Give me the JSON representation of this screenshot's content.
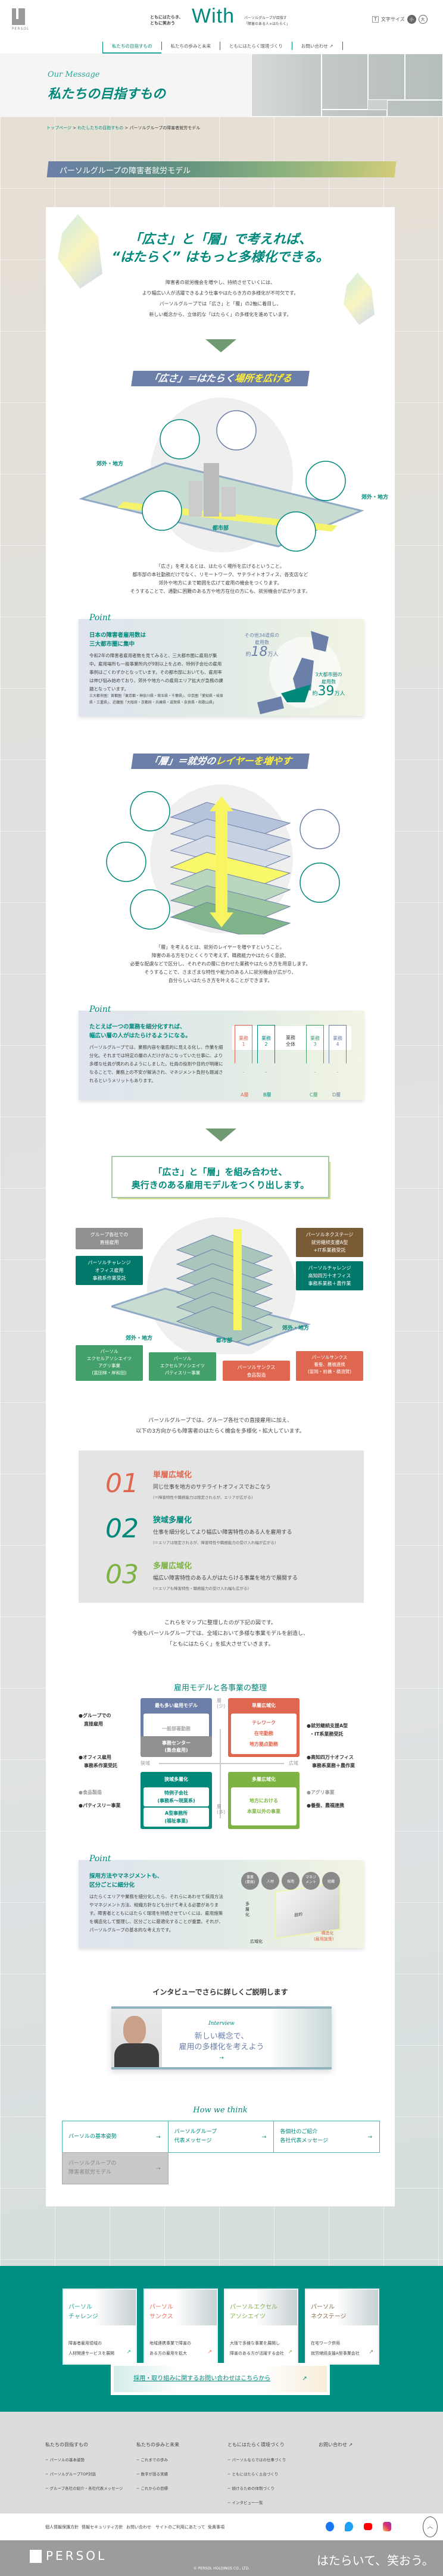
{
  "header": {
    "logo_text": "PERSOL",
    "tagline_left": [
      "ともにはたらき、",
      "ともに笑おう"
    ],
    "brand": "With",
    "tagline_right": [
      "パーソルグループが目指す",
      "「障害のある人×はたらく」"
    ],
    "font_size_label": "文字サイズ",
    "font_small": "小",
    "font_large": "大"
  },
  "nav": [
    {
      "label": "私たちの目指すもの"
    },
    {
      "label": "私たちの歩みと未来"
    },
    {
      "label": "ともにはたらく環境づくり"
    },
    {
      "label": "お問い合わせ ↗"
    }
  ],
  "hero": {
    "subtitle": "Our Message",
    "title": "私たちの目指すもの"
  },
  "breadcrumb": [
    {
      "label": "トップページ"
    },
    {
      "label": "わたしたちの目指すもの"
    },
    {
      "label": "パーソルグループの障害者就労モデル"
    }
  ],
  "page_title": "パーソルグループの障害者就労モデル",
  "intro": {
    "lead1": "「広さ」と「層」で考えれば、",
    "lead2": "“はたらく” はもっと多様化できる。",
    "body": [
      "障害者の就労機会を増やし、持続させていくには、",
      "より幅広い人が活躍できるよう仕事やはたらき方の多様化が不可欠です。",
      "パーソルグループでは「広さ」と「層」の2軸に着目し、",
      "新しい概念から、立体的な「はたらく」の多様化を進めています。"
    ]
  },
  "breadth": {
    "band_a": "「広さ」＝はたらく",
    "band_b": "場所を広げる",
    "labels": {
      "suburb": "郊外・地方",
      "city": "都市部"
    },
    "body": [
      "「広さ」を考えるとは、はたらく場所を広げるということ。",
      "都市部の本社勤務だけでなく、リモートワーク、サテライトオフィス、各支店など",
      "郊外や地方にまで範囲を広げて雇用の機会をつくります。",
      "そうすることで、通勤に困難のある方や地方在住の方にも、就労機会が広がります。"
    ],
    "point": {
      "label": "Point",
      "title": [
        "日本の障害者雇用数は",
        "三大都市圏に集中"
      ],
      "body": "令和2年の障害者雇用者数を見てみると、三大都市圏に雇用が集中。雇用場所も一般事業所内が9割以上を占め、特例子会社の雇用事例はごくわずかとなっています。その都市部においても、雇用率は伸び悩み始めており、郊外や地方への雇用エリア拡大が急務の課題となっています。",
      "note": "三大都市圏：首都圏「東京都・神奈川県・埼玉県・千葉県」、中京圏「愛知県・岐阜県・三重県」、近畿圏「大阪府・京都府・兵庫県・滋賀県・奈良県・和歌山県」",
      "stat1_label": [
        "その他34道県の",
        "雇用数"
      ],
      "stat1_pre": "約",
      "stat1_value": "18",
      "stat1_unit": "万人",
      "stat2_label": [
        "3大都市圏の",
        "雇用数"
      ],
      "stat2_pre": "約",
      "stat2_value": "39",
      "stat2_unit": "万人"
    }
  },
  "layer": {
    "band_a": "「層」＝就労の",
    "band_b": "レイヤーを増やす",
    "body": [
      "「層」を考えるとは、就労のレイヤーを増やすということ。",
      "障害のある方をひとくくりで考えず、職務能力やはたらく意欲、",
      "必要な配慮などで区分し、それぞれの層に合わせた業務やはたらき方を用意します。",
      "そうすることで、さまざまな特性や能力のある人に就労機会が広がり、",
      "自分らしいはたらき方を叶えることができます。"
    ],
    "point": {
      "label": "Point",
      "title": [
        "たとえば一つの業務を細分化すれば、",
        "幅広い層の人がはたらけるようになる。"
      ],
      "body": "パーソルグループでは、業務内容を徹底的に見える化し、作業を細分化。それまでは特定の層の人だけがおこなっていた仕事に、より多様な社員が携われるようにしました。社員の役割や目的が明確になることで、業務上の不安が解消され、マネジメント負担も軽減されるというメリットもあります。",
      "tasks": [
        "業務\n1",
        "業務\n2",
        "業務\n全体",
        "業務\n3",
        "業務\n4"
      ],
      "layers": [
        "A層",
        "B層",
        "C層",
        "D層"
      ]
    }
  },
  "combo": {
    "line1": "「広さ」と「層」を組み合わせ、",
    "line2": "奥行きのある雇用モデルをつくり出します。",
    "labels": {
      "suburb": "郊外・地方",
      "city": "都市部"
    },
    "boxes": {
      "direct": "グループ各社での\n直接雇用",
      "challenge_office": "パーソルチャレンジ\nオフィス雇用\n事務系作業受託",
      "nextage": "パーソルネクステージ\n就労継続支援A型\n+IT系業務受託",
      "challenge_kochi": "パーソルチャレンジ\n高知四万十オフィス\n事務系業務＋農作業",
      "agri": "パーソル\nエクセルアソシエイツ\nアグリ事業\n(富田林・岸和田)",
      "patisserie": "パーソル\nエクセルアソシエイツ\nパティスリー事業",
      "thanks_food": "パーソルサンクス\n食品製造",
      "thanks_farm": "パーソルサンクス\n養蚕、農福連携\n(富岡・前橋・横須賀)"
    },
    "body": [
      "パーソルグループでは、グループ各社での直接雇用に加え、",
      "以下の3方向からも障害者のはたらく機会を多様化・拡大しています。"
    ]
  },
  "directions": [
    {
      "num": "01",
      "title": "単層広域化",
      "desc": "同じ仕事を地方のサテライトオフィスでおこなう",
      "note": "(＝障害特性や職務能力は限定されるが、エリアが広がる)",
      "color": "#e0674f"
    },
    {
      "num": "02",
      "title": "狭域多層化",
      "desc": "仕事を細分化してより幅広い障害特性のある人を雇用する",
      "note": "(＝エリアは限定されるが、障害特性や職務能力の受け入れ幅が広がる)",
      "color": "#00897b"
    },
    {
      "num": "03",
      "title": "多層広域化",
      "desc": "幅広い障害特性のある人がはたらける事業を地方で展開する",
      "note": "(＝エリアも障害特性・職務能力の受け入れ幅も広がる)",
      "color": "#7cb342"
    }
  ],
  "summary": [
    "これらをマップに整理したのが下記の図です。",
    "今後もパーソルグループでは、全域において多様な事業モデルを創造し、",
    "「ともにはたらく」を拡大させていきます。"
  ],
  "matrix": {
    "title": "雇用モデルと各事業の整理",
    "axis": {
      "top": "層(少)",
      "bottom": "層(多)",
      "left": "狭域",
      "right": "広域"
    },
    "q_common": {
      "title": "最も多い雇用モデル",
      "inner": "一般部署勤務"
    },
    "q_center": {
      "title": "事務センター",
      "sub": "(集合雇用)"
    },
    "q_single": {
      "title": "単層広域化",
      "inner": [
        "テレワーク",
        "在宅勤務",
        "地方拠点勤務"
      ]
    },
    "q_narrow": {
      "title": "狭域多層化",
      "inner1": [
        "特例子会社",
        "(事務系～現業系)"
      ],
      "inner2": [
        "A型事務所",
        "(福祉事業)"
      ]
    },
    "q_multi": {
      "title": "多層広域化",
      "inner": [
        "地方における",
        "本業以外の事業"
      ]
    },
    "left_notes": [
      [
        "●グループでの",
        "直接雇用"
      ],
      [
        "●オフィス雇用",
        "事務系作業受託"
      ],
      [
        "●食品製造"
      ],
      [
        "●パティスリー事業"
      ]
    ],
    "right_notes": [
      [
        "●就労継続支援A型",
        "・IT系業務受託"
      ],
      [
        "●高知四万十オフィス",
        "事務系業務＋農作業"
      ],
      [
        "●アグリ事業"
      ],
      [
        "●養蚕、農福連携"
      ]
    ]
  },
  "point3": {
    "label": "Point",
    "title": [
      "採用方法やマネジメントも、",
      "区分ごとに細分化"
    ],
    "body": "はたらくエリアや業務を細分化したら、それらにあわせて採用方法やマネジメント方法、組織方針なども分けて考える必要があります。障害者とともにはたらく環境を持続させていくには、雇用施策を構造化して整理し、区分ごとに最適化することが重要。それが、パーソルグループの基本的な考え方です。",
    "circles": [
      "事業\n(業務)",
      "人材",
      "採用",
      "マネジ\nメント",
      "組織"
    ],
    "axis_multi": "多層化",
    "axis_wide": "広域化",
    "axis_struct": "構造化",
    "axis_struct_sub": "(雇用施策)",
    "cube_label": "目的"
  },
  "interview": {
    "heading": "インタビューでさらに詳しくご説明します",
    "tag": "Interview",
    "title1": "新しい概念で、",
    "title2": "雇用の多様化を考えよう",
    "arrow": "→"
  },
  "how": {
    "label": "How we think",
    "links": [
      {
        "label": "パーソルの基本姿勢"
      },
      {
        "label": "パーソルグループ\n代表メッセージ"
      },
      {
        "label": "各個社のご紹介\n各社代表メッセージ"
      },
      {
        "label": "パーソルグループの\n障害者就労モデル"
      }
    ],
    "arrow": "→"
  },
  "companies": [
    {
      "name": "パーソル\nチャレンジ",
      "desc": "障害者雇用領域の\n人材関連サービスを展開",
      "color": "#26a69a"
    },
    {
      "name": "パーソル\nサンクス",
      "desc": "地域連携事業で障害の\nある方の雇用を拡大",
      "color": "#ef6f5e"
    },
    {
      "name": "パーソルエクセル\nアソシエイツ",
      "desc": "大阪で多様な事業を展開し\n障害のある方が活躍する会社",
      "color": "#7cb342"
    },
    {
      "name": "パーソル\nネクステージ",
      "desc": "在宅ワーク併用\n就労継続支援A型事業会社",
      "color": "#8d6e4a"
    }
  ],
  "contact": {
    "label": "採用・取り組みに関するお問い合わせはこちらから"
  },
  "footer": {
    "cols": [
      {
        "title": "私たちの目指すもの",
        "items": [
          "パーソルの基本姿勢",
          "パーソルグループTOP対談",
          "グループ各社の紹介・各社代表メッセージ"
        ]
      },
      {
        "title": "私たちの歩みと未来",
        "items": [
          "これまでの歩み",
          "数字が語る実績",
          "これからの目標"
        ]
      },
      {
        "title": "ともにはたらく環境づくり",
        "items": [
          "パーソルならではの仕事づくり",
          "ともにはたらく土台づくり",
          "続けるための体制づくり",
          "インタビュー一覧"
        ]
      },
      {
        "title": "お問い合わせ ↗",
        "items": []
      }
    ],
    "links": [
      "個人情報保護方針",
      "情報セキュリティ方針",
      "お問い合わせ",
      "サイトのご利用にあたって",
      "免責事項"
    ],
    "brand": "PERSOL",
    "slogan": "はたらいて、笑おう。",
    "copyright": "© PERSOL HOLDINGS CO., LTD."
  },
  "colors": {
    "accent": "#00897b",
    "band": "#6b7fa8",
    "yellow": "#ffef3a",
    "red": "#e0674f",
    "green": "#7cb342",
    "teal_bg": "#008f85"
  }
}
